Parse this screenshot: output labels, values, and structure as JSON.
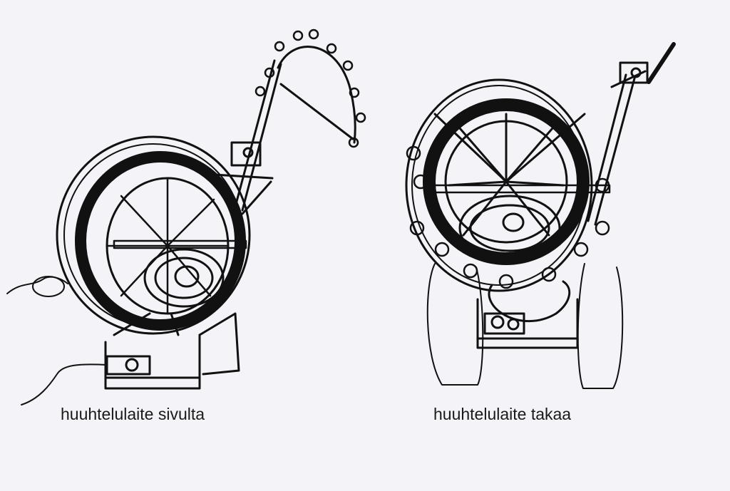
{
  "figures": [
    {
      "id": "side",
      "caption": "huuhtelulaite sivulta"
    },
    {
      "id": "rear",
      "caption": "huuhtelulaite takaa"
    }
  ],
  "colors": {
    "background": "#f3f3f8",
    "ink": "#111111"
  }
}
